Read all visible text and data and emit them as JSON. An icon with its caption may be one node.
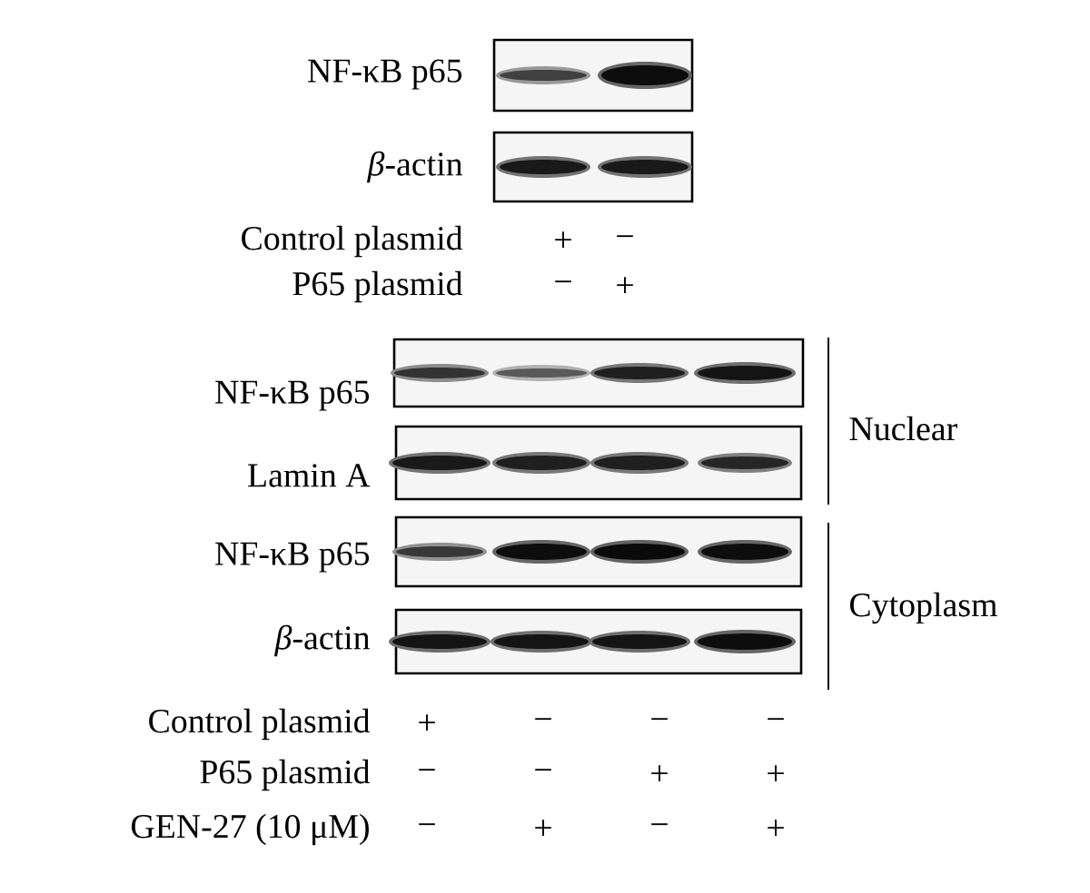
{
  "diagram": {
    "nodes": [
      {
        "text": [
          "NF-κB p65"
        ]
      },
      {
        "text": [
          "*β*-actin"
        ]
      },
      {
        "text": [
          "NF-κB p65"
        ]
      },
      {
        "text": [
          "Lamin A"
        ]
      },
      {
        "text": [
          "NF-κB p65"
        ]
      },
      {
        "text": [
          "*β*-actin"
        ]
      }
    ],
    "labels": [
      "Control plasmid",
      "+",
      "−",
      "P65 plasmid",
      "−",
      "+",
      "Nuclear",
      "Cytoplasm",
      "Control plasmid",
      "+",
      "−",
      "−",
      "−",
      "P65 plasmid",
      "−",
      "−",
      "+",
      "+",
      "GEN-27 (10 μM)",
      "−",
      "+",
      "−",
      "+"
    ]
  }
}
